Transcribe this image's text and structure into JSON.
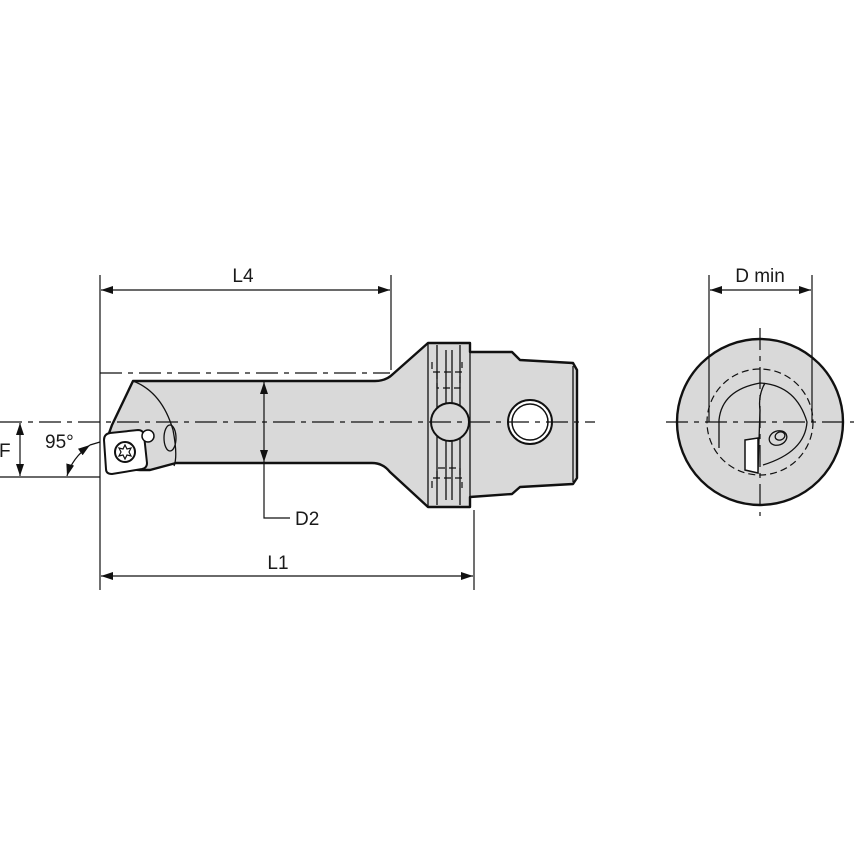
{
  "drawing": {
    "type": "technical-drawing",
    "subject": "boring bar tool holder with insert",
    "views": [
      "side-view",
      "end-view"
    ],
    "colors": {
      "background": "#ffffff",
      "body": "#d9d9d9",
      "line": "#111111"
    }
  },
  "side_view": {
    "dimensions": {
      "l4": "L4",
      "l1": "L1",
      "d2": "D2",
      "f": "F",
      "angle": "95°"
    }
  },
  "end_view": {
    "dimensions": {
      "d_min": "D min"
    }
  }
}
